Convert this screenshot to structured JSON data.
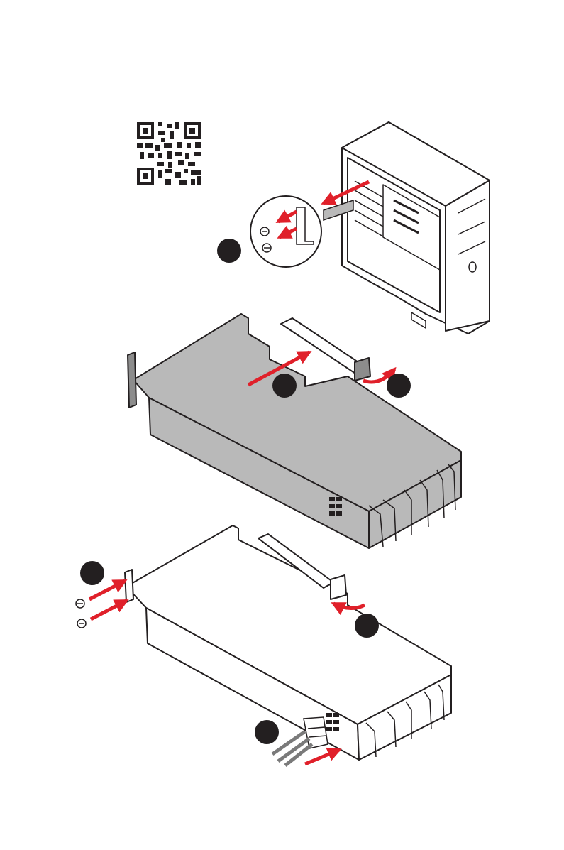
{
  "page": {
    "background": "#ffffff"
  },
  "colors": {
    "arrow": "#e0202a",
    "outline": "#231f20",
    "card_body": "#b9b9b9",
    "card_dark": "#8c8c8c",
    "badge": "#231f20"
  },
  "icons": {
    "qr": "qr-code-icon",
    "screw": "screw-icon",
    "arrow": "arrow-icon",
    "power_connector": "pcie-power-connector-icon"
  },
  "steps": [
    {
      "id": "1",
      "label": ""
    },
    {
      "id": "2",
      "label": ""
    },
    {
      "id": "3",
      "label": ""
    },
    {
      "id": "4",
      "label": ""
    },
    {
      "id": "5",
      "label": ""
    },
    {
      "id": "6",
      "label": ""
    }
  ]
}
